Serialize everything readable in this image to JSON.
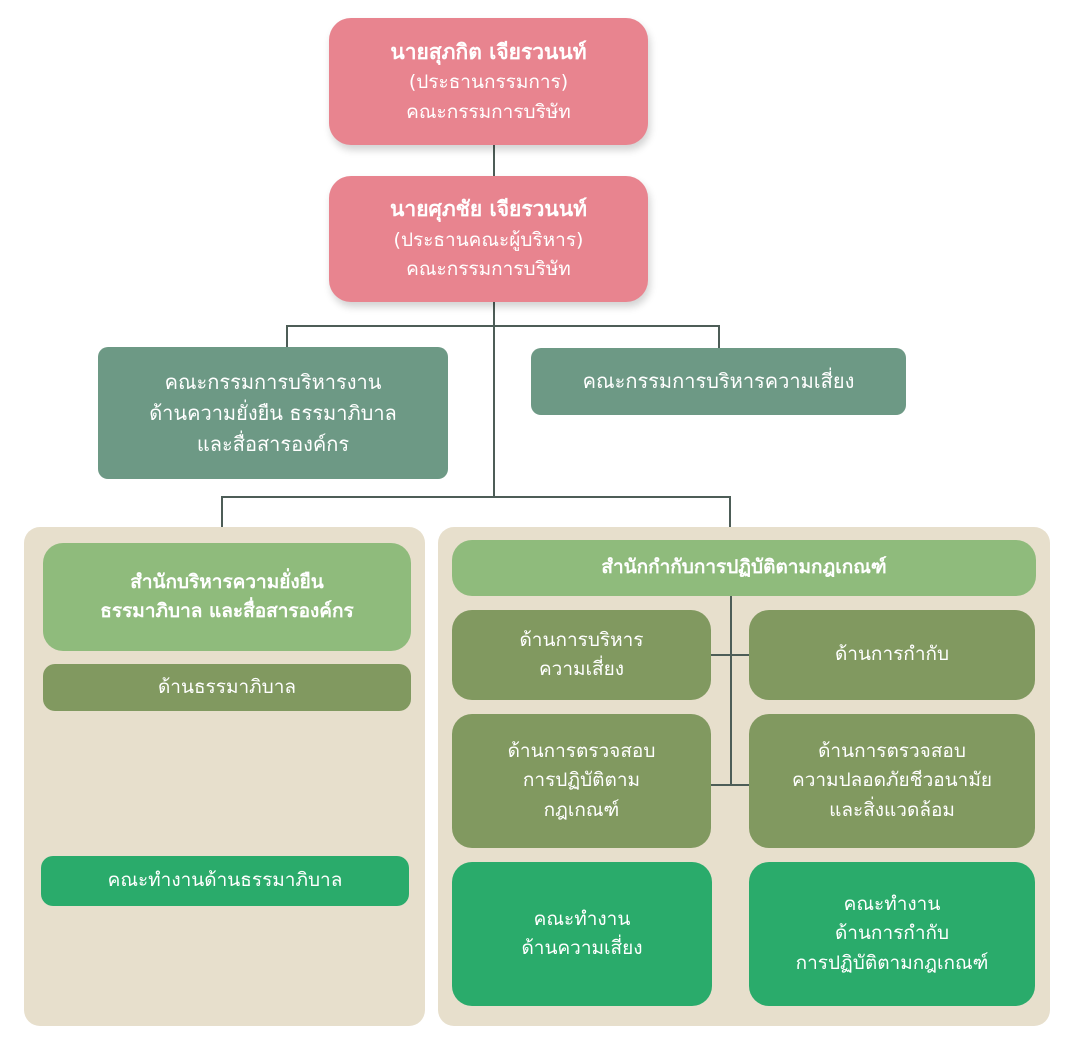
{
  "chairman": {
    "name": "นายสุภกิต  เจียรวนนท์",
    "title": "(ประธานกรรมการ)",
    "board": "คณะกรรมการบริษัท"
  },
  "ceo": {
    "name": "นายศุภชัย เจียรวนนท์",
    "title": "(ประธานคณะผู้บริหาร)",
    "board": "คณะกรรมการบริษัท"
  },
  "committees": {
    "sustainability": [
      "คณะกรรมการบริหารงาน",
      "ด้านความยั่งยืน ธรรมาภิบาล",
      "และสื่อสารองค์กร"
    ],
    "risk": [
      "คณะกรรมการบริหารความเสี่ยง"
    ]
  },
  "left_office": {
    "title": [
      "สำนักบริหารความยั่งยืน",
      "ธรรมาภิบาล และสื่อสารองค์กร"
    ],
    "governance": "ด้านธรรมาภิบาล",
    "working_group": "คณะทำงานด้านธรรมาภิบาล"
  },
  "right_office": {
    "title": "สำนักกำกับการปฏิบัติตามกฎเกณฑ์",
    "risk_mgmt": [
      "ด้านการบริหาร",
      "ความเสี่ยง"
    ],
    "regulation": [
      "ด้านการกำกับ"
    ],
    "compliance_audit": [
      "ด้านการตรวจสอบ",
      "การปฏิบัติตาม",
      "กฎเกณฑ์"
    ],
    "safety_audit": [
      "ด้านการตรวจสอบ",
      "ความปลอดภัยชีวอนามัย",
      "และสิ่งแวดล้อม"
    ],
    "risk_wg": [
      "คณะทำงาน",
      "ด้านความเสี่ยง"
    ],
    "compliance_wg": [
      "คณะทำงาน",
      "ด้านการกำกับ",
      "การปฏิบัติตามกฎเกณฑ์"
    ]
  },
  "colors": {
    "pink": "#e8848f",
    "teal": "#6d9985",
    "light_green": "#8fbb7c",
    "olive": "#819960",
    "green": "#2aab6b",
    "panel": "#e7dfcc"
  }
}
